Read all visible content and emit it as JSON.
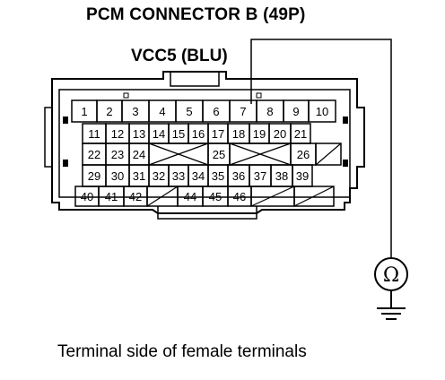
{
  "header": {
    "title": "PCM CONNECTOR B (49P)"
  },
  "probe": {
    "signal_label": "VCC5 (BLU)",
    "probe_pin": "7"
  },
  "connector": {
    "rows": [
      [
        "1",
        "2",
        "3",
        "4",
        "5",
        "6",
        "7",
        "8",
        "9",
        "10"
      ],
      [
        "11",
        "12",
        "13",
        "14",
        "15",
        "16",
        "17",
        "18",
        "19",
        "20",
        "21"
      ],
      [
        "22",
        "23",
        "24",
        "X",
        "25",
        "X",
        "26",
        "/"
      ],
      [
        "29",
        "30",
        "31",
        "32",
        "33",
        "34",
        "35",
        "36",
        "37",
        "38",
        "39"
      ],
      [
        "40",
        "41",
        "42",
        "/",
        "44",
        "45",
        "46",
        "/",
        "/"
      ]
    ]
  },
  "meter": {
    "symbol": "Ω",
    "icon": "ohmmeter-icon"
  },
  "footer": {
    "caption": "Terminal side of female terminals"
  }
}
